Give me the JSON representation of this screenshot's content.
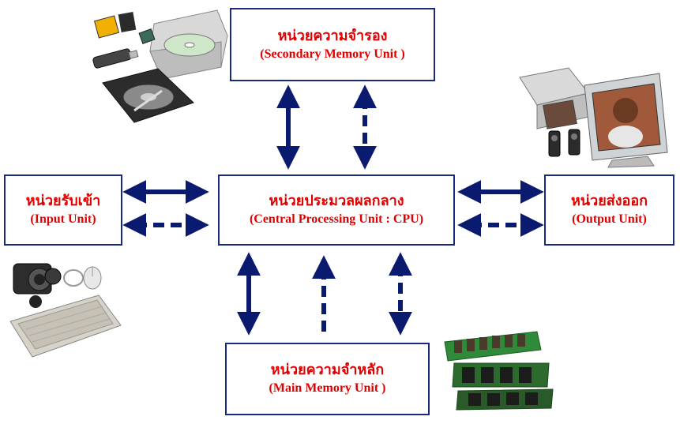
{
  "diagram": {
    "secondary_memory": {
      "thai": "หน่วยความจำรอง",
      "english": "(Secondary Memory Unit )"
    },
    "input_unit": {
      "thai": "หน่วยรับเข้า",
      "english": "(Input Unit)"
    },
    "cpu": {
      "thai": "หน่วยประมวลผลกลาง",
      "english": "(Central Processing Unit : CPU)"
    },
    "output_unit": {
      "thai": "หน่วยส่งออก",
      "english": "(Output Unit)"
    },
    "main_memory": {
      "thai": "หน่วยความจำหลัก",
      "english": "(Main Memory Unit )"
    }
  },
  "colors": {
    "box_text": "#e00000",
    "box_border": "#1a2a7a",
    "arrow": "#0a1a6e"
  },
  "illustrations": [
    "storage-devices-picture",
    "printer-monitor-speakers-picture",
    "camera-mouse-keyboard-picture",
    "ram-modules-picture"
  ]
}
